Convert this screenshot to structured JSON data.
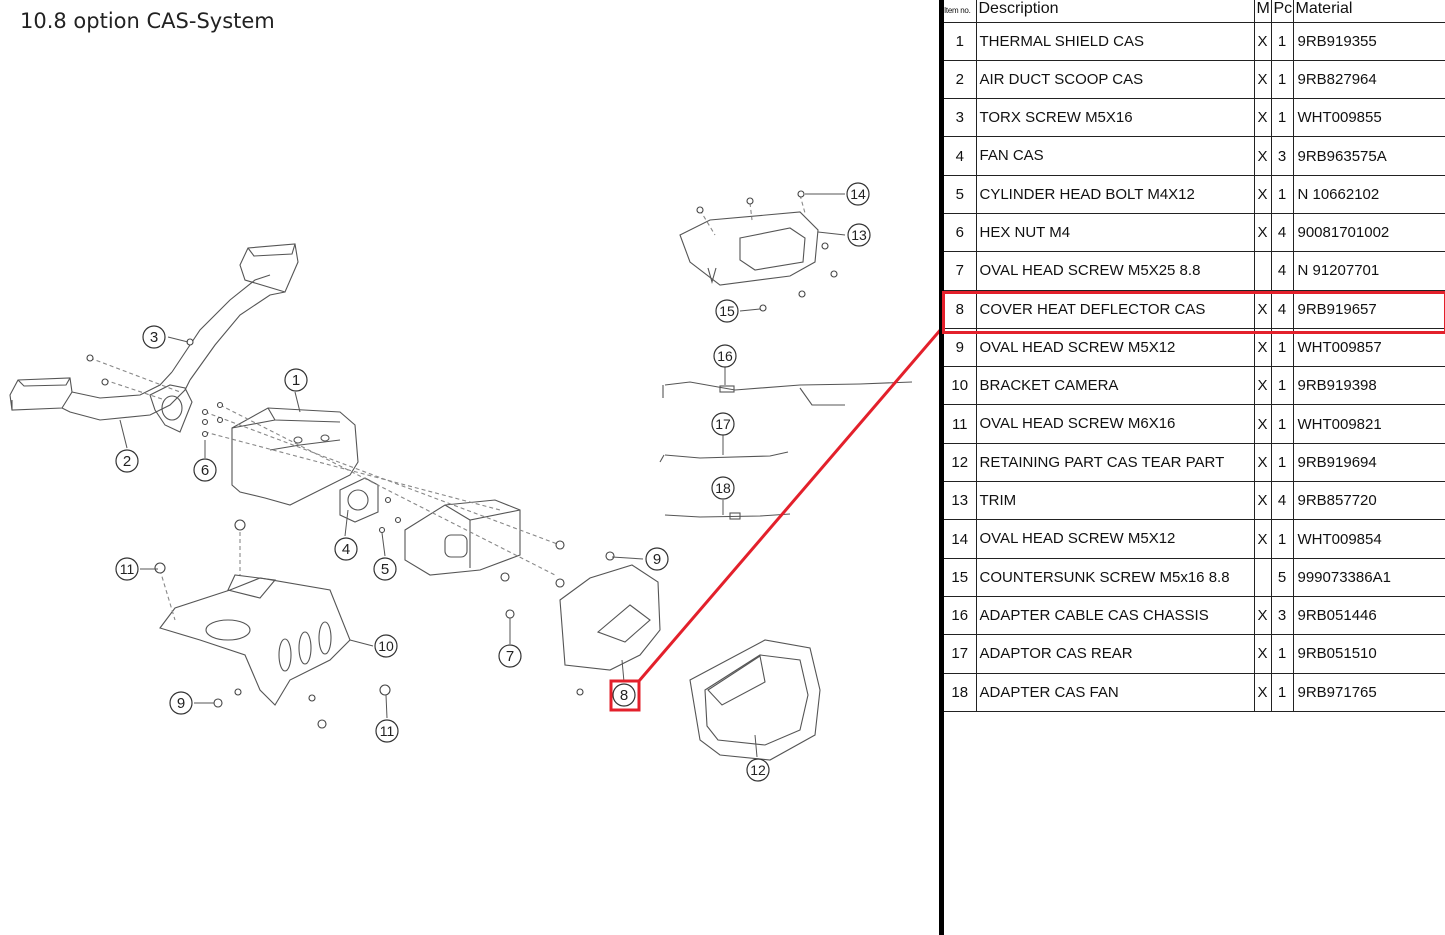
{
  "title": "10.8  option CAS-System",
  "table": {
    "headers": {
      "item": "Item no.",
      "description": "Description",
      "m": "M",
      "pc": "Pc.",
      "material": "Material"
    },
    "rows": [
      {
        "item": "1",
        "description": "THERMAL SHIELD CAS",
        "m": "X",
        "pc": "1",
        "material": "9RB919355"
      },
      {
        "item": "2",
        "description": "AIR DUCT SCOOP CAS",
        "m": "X",
        "pc": "1",
        "material": "9RB827964"
      },
      {
        "item": "3",
        "description": "TORX SCREW M5X16",
        "m": "X",
        "pc": "1",
        "material": "WHT009855"
      },
      {
        "item": "4",
        "description": "FAN CAS",
        "m": "X",
        "pc": "3",
        "material": "9RB963575A"
      },
      {
        "item": "5",
        "description": "CYLINDER HEAD BOLT M4X12",
        "m": "X",
        "pc": "1",
        "material": "N 10662102"
      },
      {
        "item": "6",
        "description": "HEX NUT M4",
        "m": "X",
        "pc": "4",
        "material": "90081701002"
      },
      {
        "item": "7",
        "description": "OVAL HEAD SCREW M5X25 8.8",
        "m": "",
        "pc": "4",
        "material": "N 91207701"
      },
      {
        "item": "8",
        "description": "COVER HEAT DEFLECTOR CAS",
        "m": "X",
        "pc": "4",
        "material": "9RB919657"
      },
      {
        "item": "9",
        "description": "OVAL HEAD SCREW M5X12",
        "m": "X",
        "pc": "1",
        "material": "WHT009857"
      },
      {
        "item": "10",
        "description": "BRACKET CAMERA",
        "m": "X",
        "pc": "1",
        "material": "9RB919398"
      },
      {
        "item": "11",
        "description": "OVAL HEAD SCREW M6X16",
        "m": "X",
        "pc": "1",
        "material": "WHT009821"
      },
      {
        "item": "12",
        "description": "RETAINING PART CAS TEAR PART",
        "m": "X",
        "pc": "1",
        "material": "9RB919694"
      },
      {
        "item": "13",
        "description": "TRIM",
        "m": "X",
        "pc": "4",
        "material": "9RB857720"
      },
      {
        "item": "14",
        "description": "OVAL HEAD SCREW M5X12",
        "m": "X",
        "pc": "1",
        "material": "WHT009854"
      },
      {
        "item": "15",
        "description": "COUNTERSUNK SCREW M5x16 8.8",
        "m": "",
        "pc": "5",
        "material": "999073386A1"
      },
      {
        "item": "16",
        "description": "ADAPTER CABLE CAS CHASSIS",
        "m": "X",
        "pc": "3",
        "material": "9RB051446"
      },
      {
        "item": "17",
        "description": "ADAPTOR CAS REAR",
        "m": "X",
        "pc": "1",
        "material": "9RB051510"
      },
      {
        "item": "18",
        "description": "ADAPTER CAS FAN",
        "m": "X",
        "pc": "1",
        "material": "9RB971765"
      }
    ]
  },
  "diagram_callouts": [
    "1",
    "2",
    "3",
    "4",
    "5",
    "6",
    "7",
    "8",
    "9",
    "9",
    "10",
    "11",
    "11",
    "12",
    "13",
    "14",
    "15",
    "16",
    "17",
    "18"
  ],
  "highlight": {
    "item": "8",
    "color": "#e3202b"
  }
}
